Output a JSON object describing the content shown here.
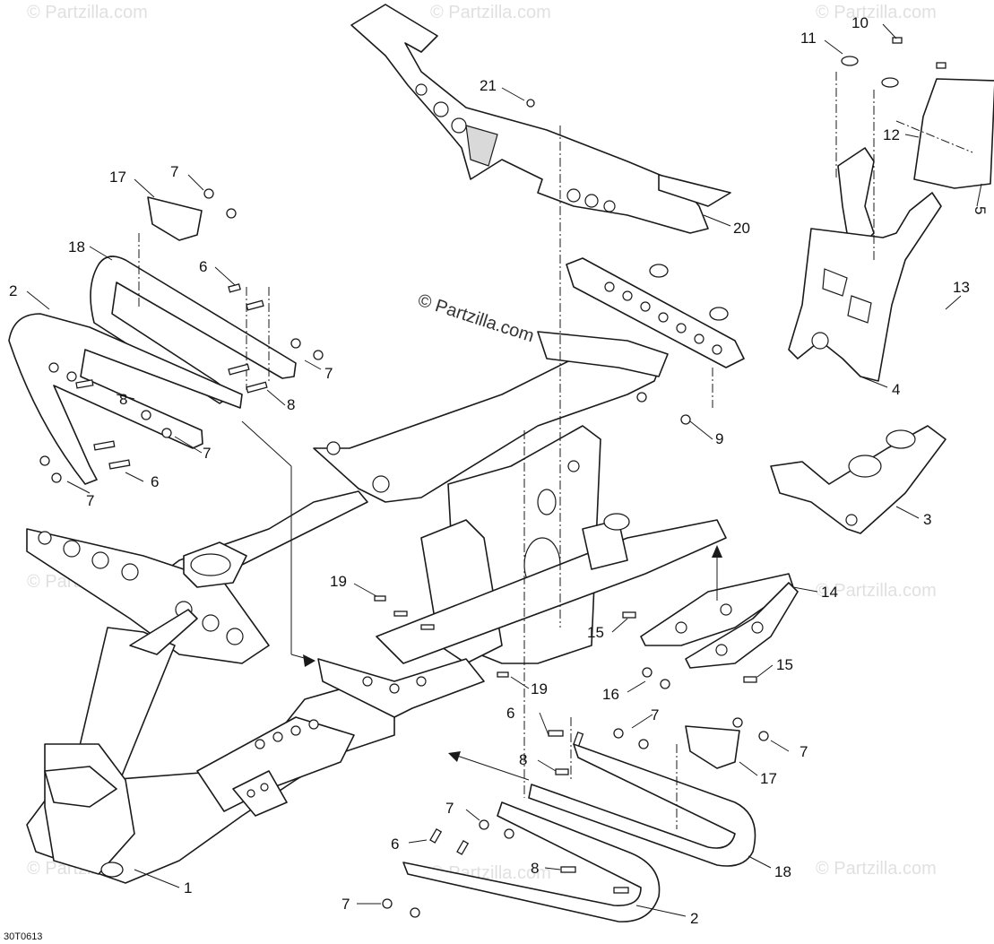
{
  "watermark": "© Partzilla.com",
  "copyright": "© Partzilla.com",
  "drawing_code": "30T0613",
  "callouts": {
    "c1": "1",
    "c2a": "2",
    "c2b": "2",
    "c3": "3",
    "c4": "4",
    "c5": "5",
    "c6a": "6",
    "c6b": "6",
    "c6c": "6",
    "c6d": "6",
    "c7a": "7",
    "c7b": "7",
    "c7c": "7",
    "c7d": "7",
    "c7e": "7",
    "c7f": "7",
    "c7g": "7",
    "c7h": "7",
    "c8a": "8",
    "c8b": "8",
    "c8c": "8",
    "c8d": "8",
    "c9": "9",
    "c10": "10",
    "c11": "11",
    "c12": "12",
    "c13": "13",
    "c14": "14",
    "c15a": "15",
    "c15b": "15",
    "c16": "16",
    "c17a": "17",
    "c17b": "17",
    "c18a": "18",
    "c18b": "18",
    "c19a": "19",
    "c19b": "19",
    "c20": "20",
    "c21": "21"
  }
}
